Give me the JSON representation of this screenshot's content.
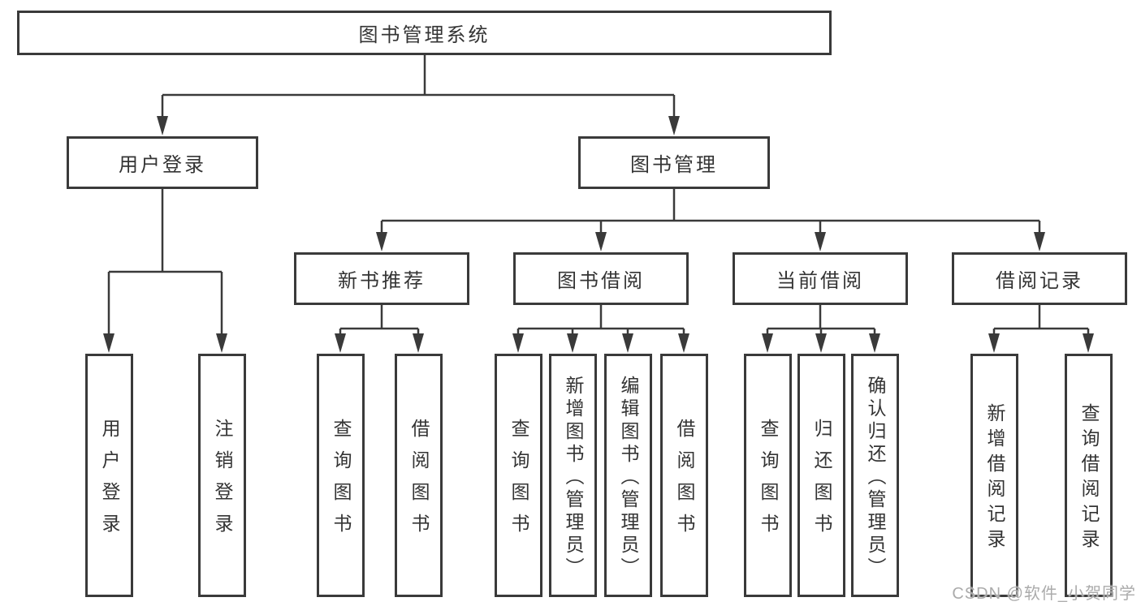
{
  "diagram": {
    "root": {
      "label": "图书管理系统"
    },
    "branches": [
      {
        "label": "用户登录",
        "children": [
          {
            "label": "用户登录"
          },
          {
            "label": "注销登录"
          }
        ]
      },
      {
        "label": "图书管理",
        "children": [
          {
            "label": "新书推荐",
            "children": [
              {
                "label": "查询图书"
              },
              {
                "label": "借阅图书"
              }
            ]
          },
          {
            "label": "图书借阅",
            "children": [
              {
                "label": "查询图书"
              },
              {
                "label": "新增图书（管理员）"
              },
              {
                "label": "编辑图书（管理员）"
              },
              {
                "label": "借阅图书"
              }
            ]
          },
          {
            "label": "当前借阅",
            "children": [
              {
                "label": "查询图书"
              },
              {
                "label": "归还图书"
              },
              {
                "label": "确认归还（管理员）"
              }
            ]
          },
          {
            "label": "借阅记录",
            "children": [
              {
                "label": "新增借阅记录"
              },
              {
                "label": "查询借阅记录"
              }
            ]
          }
        ]
      }
    ],
    "watermark": "CSDN @软件_小贺同学"
  },
  "colors": {
    "background": "#ffffff",
    "line": "#3a3a3a",
    "text": "#343434",
    "watermark": "#ababab"
  }
}
